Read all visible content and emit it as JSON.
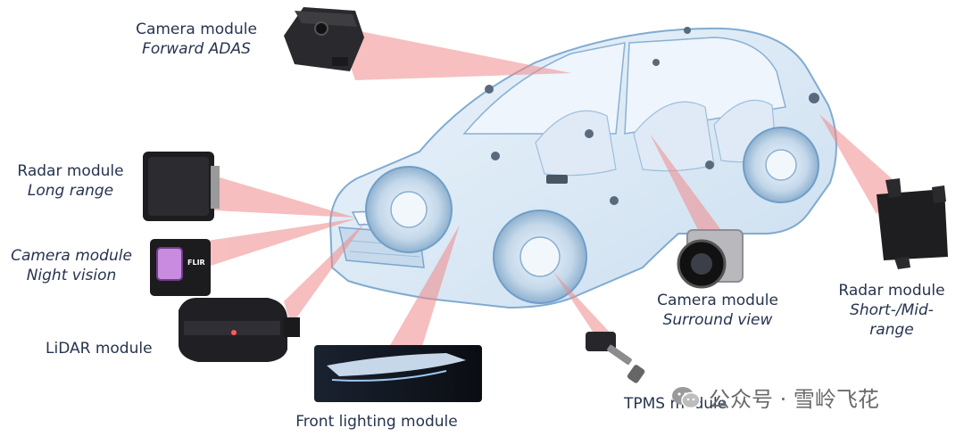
{
  "labels": {
    "camera_forward": {
      "title": "Camera module",
      "sub": "Forward ADAS"
    },
    "radar_long": {
      "title": "Radar module",
      "sub": "Long range"
    },
    "camera_night": {
      "title": "Camera module",
      "sub": "Night vision"
    },
    "lidar": {
      "title": "LiDAR module"
    },
    "front_lighting": {
      "title": "Front lighting module"
    },
    "tpms": {
      "title": "TPMS module"
    },
    "camera_surround": {
      "title": "Camera module",
      "sub": "Surround view"
    },
    "radar_short": {
      "title": "Radar module",
      "sub": "Short-/Mid-",
      "sub2": "range"
    }
  },
  "thermal_logo_text": "FLIR",
  "watermark": "公众号 · 雪岭飞花",
  "colors": {
    "beam": "#f08a8a",
    "label": "#26344f",
    "car_outline": "#6f9ec9",
    "car_fill": "#d8e8f6",
    "module_dark": "#1f1f22",
    "night_lens": "#c98be0"
  },
  "icons": {
    "watermark_icon": "wechat-icon"
  }
}
